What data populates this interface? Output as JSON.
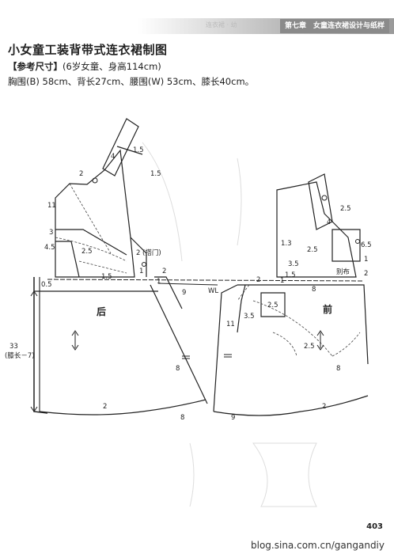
{
  "header": {
    "chapter": "第七章　女童连衣裙设计与纸样",
    "faint": "连衣裙 · 幼"
  },
  "title": "小女童工装背带式连衣裙制图",
  "reference": {
    "label": "【参考尺寸】",
    "value": "(6岁女童、身高114cm)"
  },
  "measurements": "胸围(B) 58cm、背长27cm、腰围(W) 53cm、膝长40cm。",
  "pattern_labels": {
    "back": "后",
    "front": "前",
    "wl": "WL",
    "tab": "(搭门)",
    "pocket_flap": "别布",
    "length": "33",
    "length_note": "(膝长－7)",
    "n15a": "1.5",
    "n15b": "1.5",
    "n4a": "4",
    "n2a": "2",
    "n11a": "11",
    "n3a": "3",
    "n45": "4.5",
    "n25a": "2.5",
    "n2b": "2",
    "n1a": "1",
    "n05a": "0.5",
    "n15c": "1.5",
    "n2c": "2",
    "n1b": "1",
    "n9a": "9",
    "n8a": "8",
    "n2d": "2",
    "n8b": "8",
    "n9b": "9",
    "n2e": "2",
    "n25b": "2.5",
    "n4b": "4",
    "n13a": "1.3",
    "n11b": "11",
    "n35a": "3.5",
    "n25c": "2.5",
    "n8c": "8",
    "n2f": "2",
    "n25d": "2.5",
    "n65": "6.5",
    "n1c": "1",
    "n2g": "2",
    "n8d": "8",
    "n35b": "3.5",
    "n1d": "1",
    "n25e": "2.5",
    "n15d": "1.5"
  },
  "page_number": "403",
  "watermark": "blog.sina.com.cn/gangandiy"
}
